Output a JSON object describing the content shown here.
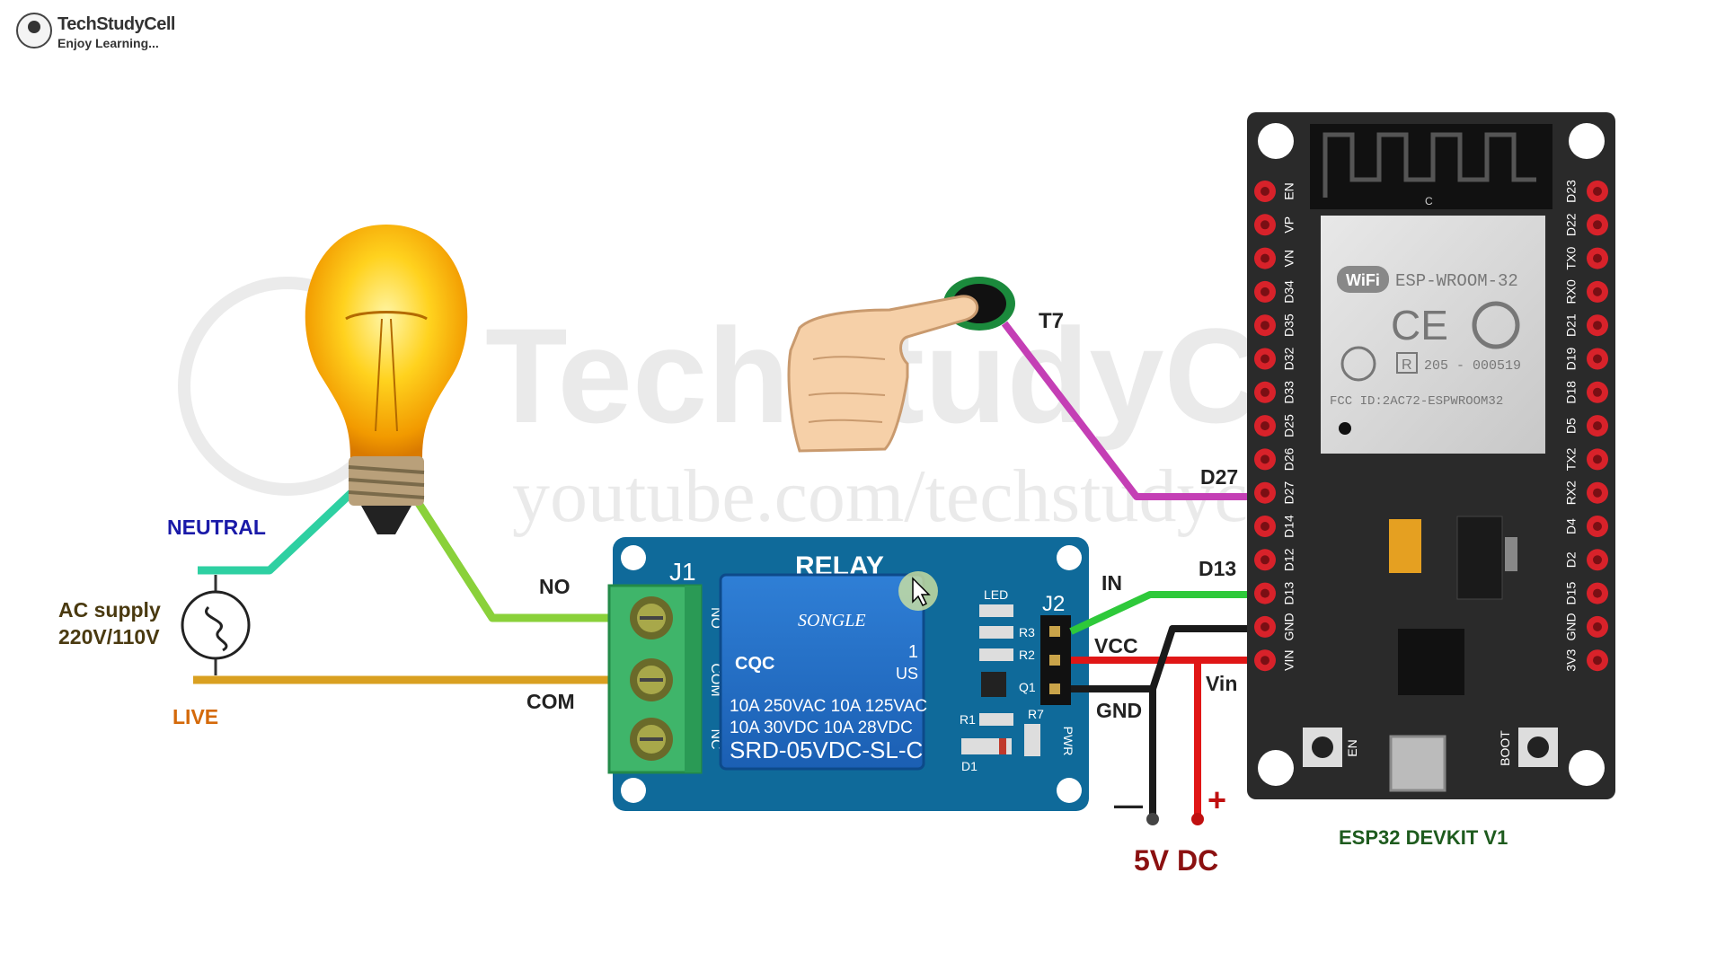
{
  "brand": {
    "name": "TechStudyCell",
    "tagline": "Enjoy Learning..."
  },
  "watermark": {
    "title": "TechStudyCell",
    "url": "youtube.com/techstudycell"
  },
  "labels": {
    "neutral": "NEUTRAL",
    "ac_supply_line1": "AC supply",
    "ac_supply_line2": "220V/110V",
    "live": "LIVE",
    "no": "NO",
    "com": "COM",
    "t7": "T7",
    "d27": "D27",
    "d13": "D13",
    "in": "IN",
    "vcc": "VCC",
    "vin": "Vin",
    "gnd": "GND",
    "minus": "—",
    "plus": "+",
    "dc": "5V DC",
    "board_name": "ESP32 DEVKIT V1"
  },
  "relay": {
    "title": "RELAY",
    "j1": "J1",
    "j2": "J2",
    "brand": "SONGLE",
    "cqc": "CQC",
    "us": "US",
    "one": "1",
    "spec1": "10A 250VAC  10A 125VAC",
    "spec2": "10A  30VDC  10A  28VDC",
    "model": "SRD-05VDC-SL-C",
    "led": "LED",
    "r3": "R3",
    "r2": "R2",
    "q1": "Q1",
    "r1": "R1",
    "r7": "R7",
    "d1": "D1",
    "pwr": "PWR",
    "term_no": "NO",
    "term_com": "COM",
    "term_nc": "NC"
  },
  "esp32": {
    "module": "ESP-WROOM-32",
    "wifi": "WiFi",
    "ce": "CE",
    "cert": "205 - 000519",
    "fcc": "FCC ID:2AC72-ESPWROOM32",
    "r": "R",
    "c": "C",
    "en": "EN",
    "boot": "BOOT",
    "left_pins": [
      "EN",
      "VP",
      "VN",
      "D34",
      "D35",
      "D32",
      "D33",
      "D25",
      "D26",
      "D27",
      "D14",
      "D12",
      "D13",
      "GND",
      "VIN"
    ],
    "right_pins": [
      "D23",
      "D22",
      "TX0",
      "RX0",
      "D21",
      "D19",
      "D18",
      "D5",
      "TX2",
      "RX2",
      "D4",
      "D2",
      "D15",
      "GND",
      "3V3"
    ]
  },
  "colors": {
    "neutral": "#1a1aa8",
    "live": "#d4690a",
    "live_wire": "#d9a021",
    "neutral_wire": "#2ed0a2",
    "no_wire": "#8ad13a",
    "touch_wire": "#c43fb5",
    "signal_wire": "#2ec93a",
    "vcc_wire": "#e01616",
    "gnd_wire": "#1a1a1a",
    "dc_label": "#8b1111",
    "board_label": "#1e5b1e",
    "relay_board": "#0f6a9a",
    "esp_board": "#2a2a2a"
  }
}
